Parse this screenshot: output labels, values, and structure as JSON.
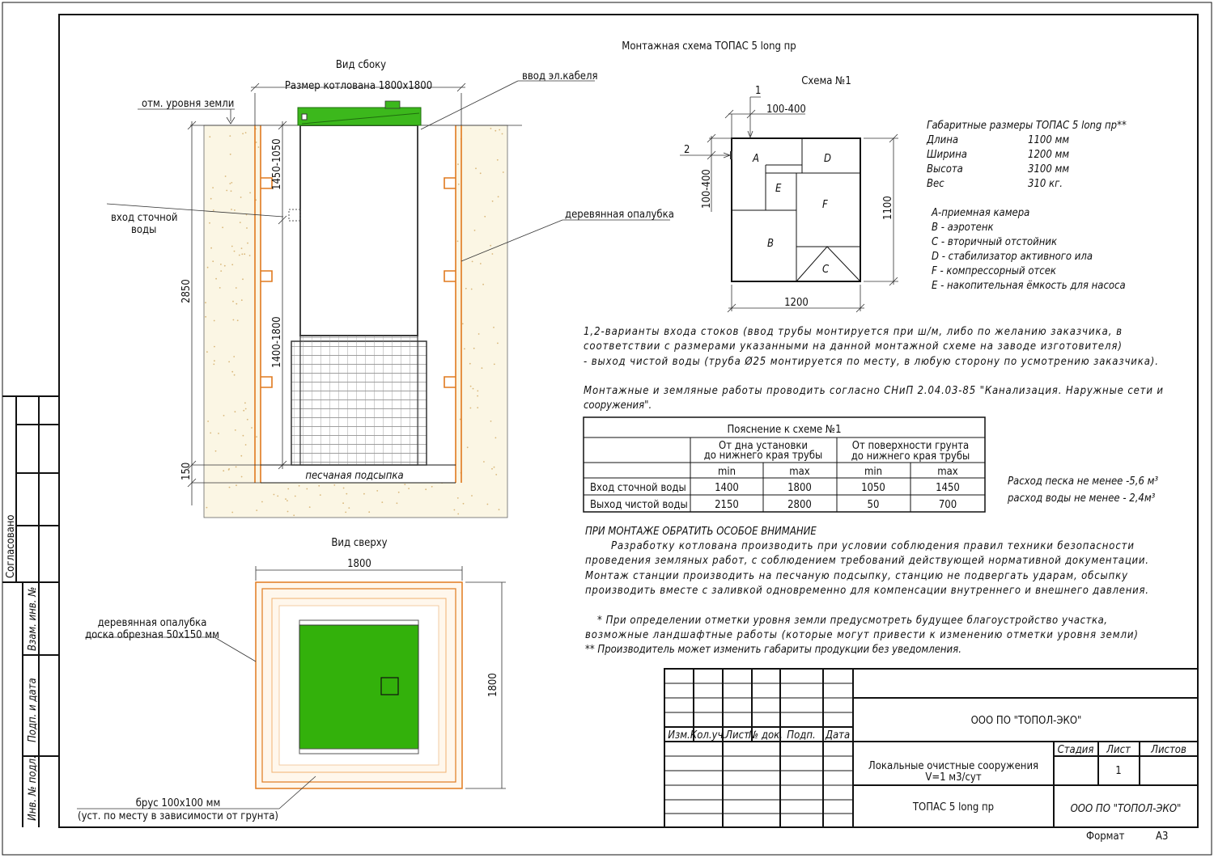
{
  "title": "Монтажная схема ТОПАС 5 long пр",
  "side_view": {
    "heading": "Вид сбоку",
    "pit_size": "Размер котлована 1800х1800",
    "ground_level": "отм. уровня земли",
    "cable_inlet": "ввод эл.кабеля",
    "sewage_inlet_1": "вход сточной",
    "sewage_inlet_2": "воды",
    "formwork": "деревянная опалубка",
    "sand_bed": "песчаная подсыпка",
    "dim_depth": "2850",
    "dim_sand": "150",
    "dim_upper": "1450-1050",
    "dim_lower": "1400-1800"
  },
  "top_view": {
    "heading": "Вид сверху",
    "dim_width": "1800",
    "dim_height": "1800",
    "formwork_1": "деревянная опалубка",
    "formwork_2": "доска обрезная 50х150 мм",
    "beam_1": "брус 100х100 мм",
    "beam_2": "(уст. по месту в зависимости от грунта)"
  },
  "scheme": {
    "heading": "Схема №1",
    "marker_1": "1",
    "marker_2": "2",
    "dim_top": "100-400",
    "dim_left": "100-400",
    "dim_height": "1100",
    "dim_width": "1200",
    "zones": [
      "A",
      "D",
      "E",
      "F",
      "B",
      "C"
    ]
  },
  "specs": {
    "heading": "Габаритные размеры ТОПАС 5 long пр**",
    "rows": [
      {
        "label": "Длина",
        "value": "1100 мм"
      },
      {
        "label": "Ширина",
        "value": "1200 мм"
      },
      {
        "label": "Высота",
        "value": "3100 мм"
      },
      {
        "label": "Вес",
        "value": "310 кг."
      }
    ]
  },
  "legend": [
    "А-приемная  камера",
    "В - аэротенк",
    "С - вторичный отстойник",
    "D - стабилизатор активного  ила",
    "F  - компрессорный отсек",
    "Е - накопительная ёмкость для насоса"
  ],
  "notes": {
    "variants_1": "1,2-варианты входа  стоков (ввод трубы монтируется при ш/м, либо по желанию заказчика, в",
    "variants_2": "соответствии с размерами указанными на данной монтажной схеме на заводе изготовителя)",
    "variants_3": "- выход чистой воды (труба Ø25 монтируется по месту, в любую сторону по усмотрению заказчика).",
    "works_1": "Монтажные и земляные работы проводить согласно СНиП 2.04.03-85 \"Канализация. Наружные сети и",
    "works_2": "сооружения\".",
    "sand": "Расход песка не менее -5,6 м³",
    "water": "расход воды не менее - 2,4м³",
    "attention_heading": "ПРИ МОНТАЖЕ ОБРАТИТЬ ОСОБОЕ ВНИМАНИЕ",
    "attention": [
      "Разработку котлована производить при условии соблюдения правил техники безопасности",
      "проведения земляных работ, с соблюдением требований действующей нормативной документации.",
      "Монтаж станции производить на песчаную подсыпку, станцию не подвергать ударам, обсыпку",
      "производить вместе с заливкой одновременно для компенсации внутреннего и внешнего давления."
    ],
    "footnotes": [
      "* При определении отметки уровня земли предусмотреть будущее благоустройство участка,",
      "возможные ландшафтные работы (которые могут привести к изменению отметки уровня земли)",
      "** Производитель может изменить габариты продукции без уведомления."
    ]
  },
  "table": {
    "title": "Пояснение к схеме №1",
    "group_1": [
      "От дна установки",
      "до нижнего края трубы"
    ],
    "group_2": [
      "От поверхности грунта",
      "до нижнего края трубы"
    ],
    "sub": [
      "min",
      "max",
      "min",
      "max"
    ],
    "rows": [
      {
        "label": "Вход сточной воды",
        "values": [
          "1400",
          "1800",
          "1050",
          "1450"
        ]
      },
      {
        "label": "Выход чистой воды",
        "values": [
          "2150",
          "2800",
          "50",
          "700"
        ]
      }
    ]
  },
  "title_block": {
    "headers": [
      "Изм.",
      "Кол.уч.",
      "Лист",
      "№ док.",
      "Подп.",
      "Дата"
    ],
    "company": "ООО ПО \"ТОПОЛ-ЭКО\"",
    "object_1": "Локальные очистные сооружения",
    "object_2": "V=1 м3/сут",
    "stage": "Стадия",
    "sheet": "Лист",
    "sheets": "Листов",
    "sheet_no": "1",
    "product": "ТОПАС 5 long пр",
    "company_italic": "ООО ПО \"ТОПОЛ-ЭКО\"",
    "format_label": "Формат",
    "format_value": "А3"
  },
  "side_stamps": [
    "Согласовано",
    "Взам. инв. №",
    "Подп. и дата",
    "Инв. № подл."
  ],
  "colors": {
    "green": "#3cb81c",
    "orange": "#e07a1f",
    "soil": "#fbf6e4"
  }
}
